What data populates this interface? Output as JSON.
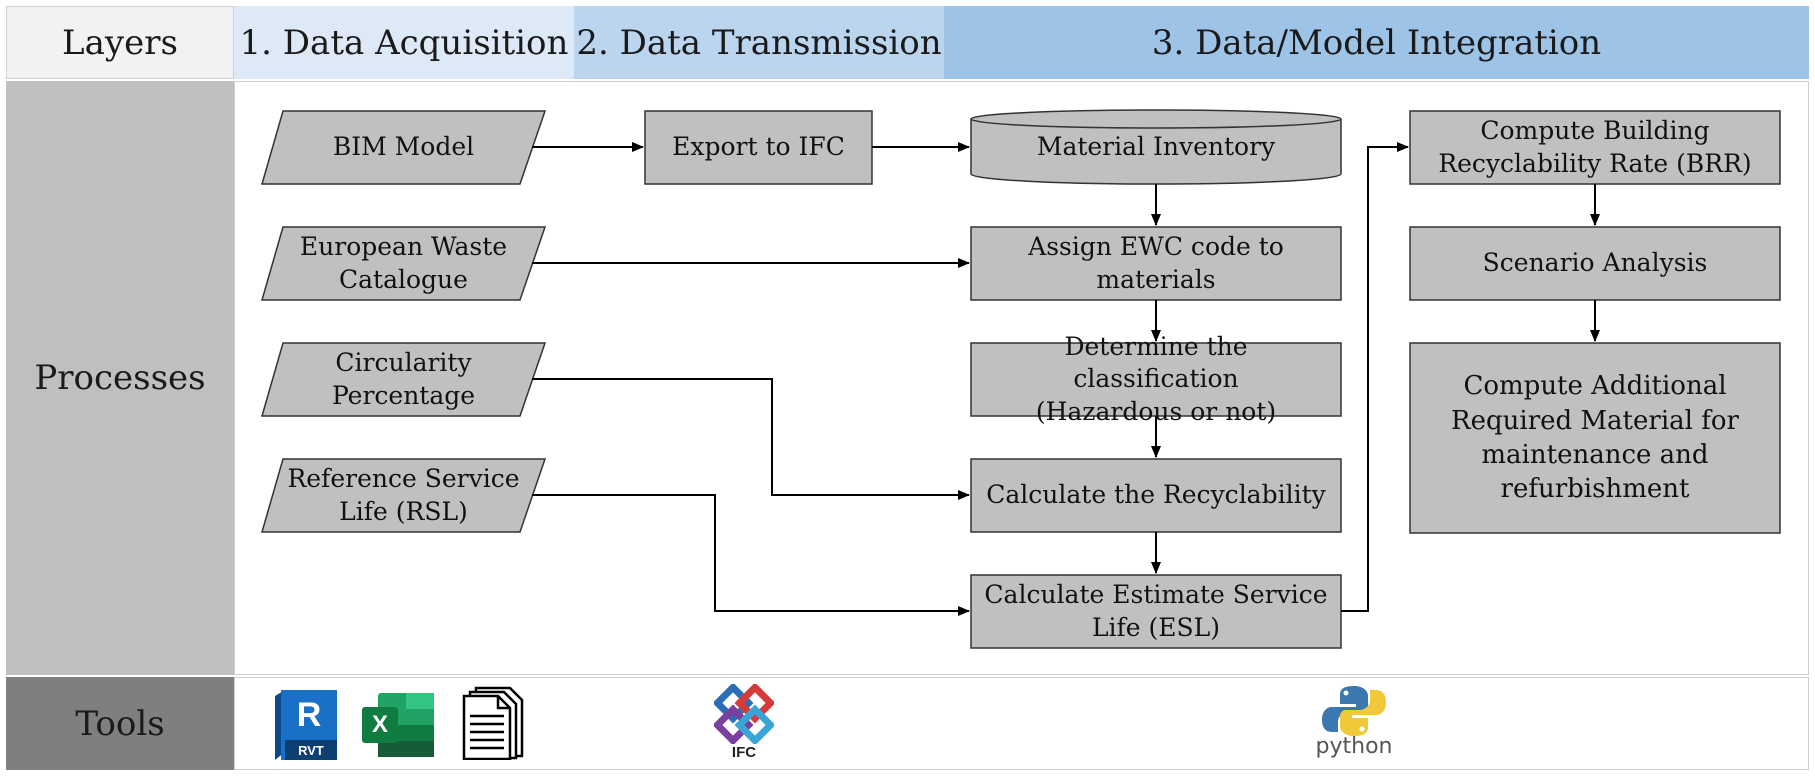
{
  "header": {
    "corner": "Layers",
    "layer1": "1. Data Acquisition",
    "layer2": "2. Data Transmission",
    "layer3": "3. Data/Model Integration"
  },
  "rows": {
    "processes": "Processes",
    "tools": "Tools"
  },
  "inputs": [
    "BIM Model",
    "European Waste\nCatalogue",
    "Circularity\nPercentage",
    "Reference Service\nLife (RSL)"
  ],
  "transmission": {
    "export": "Export to IFC"
  },
  "integration": {
    "inventory": "Material Inventory",
    "assign": "Assign EWC code to\nmaterials",
    "classify": "Determine the classification\n(Hazardous or not)",
    "recyclability": "Calculate the Recyclability",
    "esl": "Calculate Estimate Service\nLife (ESL)",
    "brr": "Compute Building\nRecyclability Rate (BRR)",
    "scenario": "Scenario Analysis",
    "additional": "Compute Additional\nRequired Material for\nmaintenance and\nrefurbishment"
  },
  "tools": {
    "revit_letter": "R",
    "revit_label": "RVT",
    "excel_letter": "X",
    "ifc_label": "IFC",
    "python_label": "python"
  },
  "colors": {
    "header_corner": "#f2f2f2",
    "layer1": "#dde9f6",
    "layer2": "#bcd5ee",
    "layer3": "#9dc3e6",
    "processes_band": "#bfbfbf",
    "tools_band": "#7f7f7f",
    "box_fill": "#c0c0c0"
  }
}
